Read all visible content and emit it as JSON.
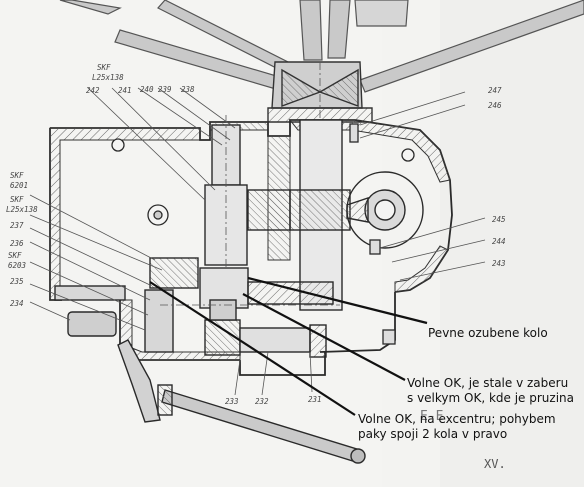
{
  "part_labels": {
    "skf_top": "SKF",
    "bearing_top": "L25x138",
    "p242": "242",
    "p241": "241",
    "p240": "240",
    "p239": "239",
    "p238": "238",
    "p247": "247",
    "p246": "246",
    "skf_6201": "SKF",
    "b6201": "6201",
    "skf_l25": "SKF",
    "l25_left": "L25x138",
    "p237": "237",
    "p236": "236",
    "skf_6203": "SKF",
    "b6203": "6203",
    "p235": "235",
    "p234": "234",
    "p245": "245",
    "p244": "244",
    "p243": "243",
    "p233": "233",
    "p232": "232",
    "p231": "231",
    "section_mark": "E-E",
    "sheet_mark": "XV."
  },
  "callouts": [
    {
      "lines": [
        "Pevne ozubene kolo"
      ]
    },
    {
      "lines": [
        "Volne OK, je stale v zaberu",
        "s velkym OK, kde je pruzina"
      ]
    },
    {
      "lines": [
        "Volne OK, na excentru; pohybem",
        "paky spoji 2 kola v pravo"
      ]
    }
  ]
}
